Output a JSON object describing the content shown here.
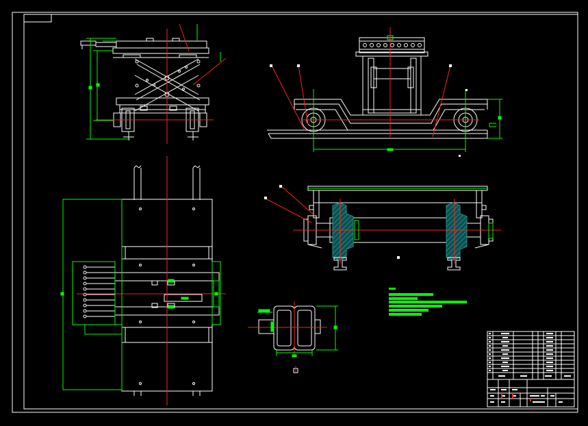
{
  "drawing": {
    "background": "#000000",
    "colors": {
      "outline": "#ffffff",
      "centerline": "#ff2020",
      "dimension": "#00ff00",
      "hatch": "#1f8f8f",
      "leader": "#ff2020"
    },
    "views": [
      {
        "name": "scissor-lift-side-elevation"
      },
      {
        "name": "rail-cart-front-elevation"
      },
      {
        "name": "plan-view"
      },
      {
        "name": "wheel-axle-section"
      },
      {
        "name": "double-roller-detail"
      }
    ],
    "notes_block": {
      "lines": 6
    },
    "parts_table": {
      "rows": 12
    },
    "title_block": {}
  }
}
